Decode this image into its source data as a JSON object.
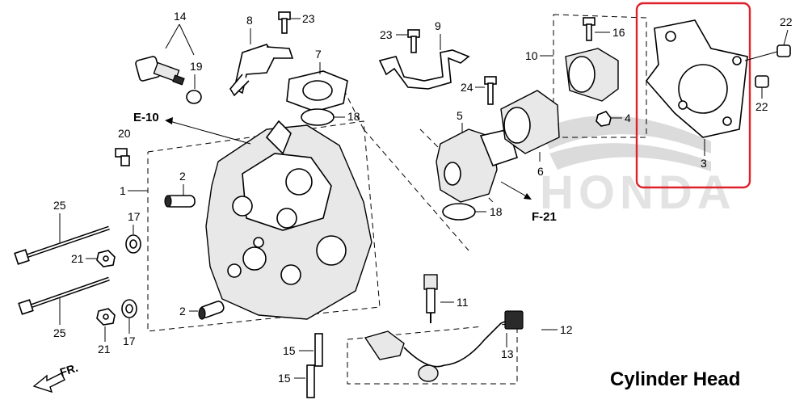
{
  "title": "Cylinder Head",
  "brand_watermark": "HONDA",
  "direction_label": "FR.",
  "highlight_color": "#e0202a",
  "ref_labels": {
    "e10": "E-10",
    "f21": "F-21"
  },
  "callouts": {
    "c1": "1",
    "c2a": "2",
    "c2b": "2",
    "c3": "3",
    "c4": "4",
    "c5": "5",
    "c6": "6",
    "c7": "7",
    "c8": "8",
    "c9": "9",
    "c10": "10",
    "c11": "11",
    "c12": "12",
    "c13": "13",
    "c14": "14",
    "c15a": "15",
    "c15b": "15",
    "c16": "16",
    "c17a": "17",
    "c17b": "17",
    "c18a": "18",
    "c18b": "18",
    "c19": "19",
    "c20": "20",
    "c21a": "21",
    "c21b": "21",
    "c22a": "22",
    "c22b": "22",
    "c23a": "23",
    "c23b": "23",
    "c24": "24",
    "c25a": "25",
    "c25b": "25"
  }
}
